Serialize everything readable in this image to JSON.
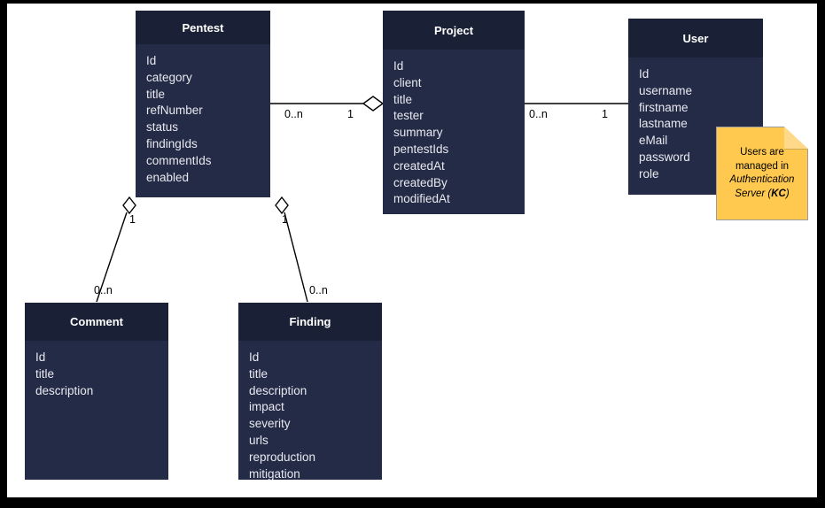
{
  "diagram": {
    "type": "uml-class-diagram",
    "background": "#ffffff",
    "frame_color": "#000000",
    "class_header_color": "#1a2035",
    "class_body_color": "#242b47",
    "class_text_color": "#e8e9ef",
    "note_color": "#ffc94f",
    "edge_color": "#000000"
  },
  "classes": [
    {
      "name": "Pentest",
      "attributes": [
        "Id",
        "category",
        "title",
        "refNumber",
        "status",
        "findingIds",
        "commentIds",
        "enabled"
      ]
    },
    {
      "name": "Project",
      "attributes": [
        "Id",
        "client",
        "title",
        "tester",
        "summary",
        "pentestIds",
        "createdAt",
        "createdBy",
        "modifiedAt"
      ]
    },
    {
      "name": "User",
      "attributes": [
        "Id",
        "username",
        "firstname",
        "lastname",
        "eMail",
        "password",
        "role"
      ]
    },
    {
      "name": "Comment",
      "attributes": [
        "Id",
        "title",
        "description"
      ]
    },
    {
      "name": "Finding",
      "attributes": [
        "Id",
        "title",
        "description",
        "impact",
        "severity",
        "urls",
        "reproduction",
        "mitigation"
      ]
    }
  ],
  "relations": [
    {
      "from": "Pentest",
      "to": "Project",
      "from_multiplicity": "0..n",
      "to_multiplicity": "1",
      "aggregation_at": "Project"
    },
    {
      "from": "Project",
      "to": "User",
      "from_multiplicity": "0..n",
      "to_multiplicity": "1",
      "aggregation_at": "none"
    },
    {
      "from": "Comment",
      "to": "Pentest",
      "from_multiplicity": "0..n",
      "to_multiplicity": "1",
      "aggregation_at": "Pentest"
    },
    {
      "from": "Finding",
      "to": "Pentest",
      "from_multiplicity": "0..n",
      "to_multiplicity": "1",
      "aggregation_at": "Pentest"
    }
  ],
  "note": {
    "line1": "Users are",
    "line2": "managed in",
    "line3": "Authentication",
    "line4": "Server (",
    "abbr": "KC",
    "line5": ")"
  }
}
